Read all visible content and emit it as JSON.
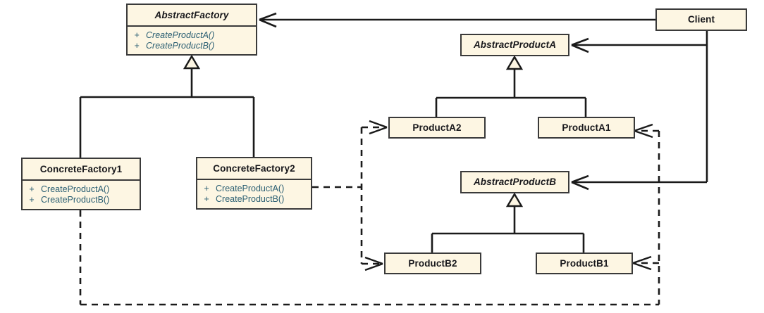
{
  "diagram": {
    "title": "Abstract Factory pattern class diagram",
    "colors": {
      "box_fill": "#fdf6e3",
      "box_border": "#3a3a3a",
      "title_text": "#18181c",
      "member_text": "#2b5f73",
      "line": "#1a1a1a",
      "background": "#ffffff"
    }
  },
  "classes": {
    "abstract_factory": {
      "name": "AbstractFactory",
      "stereotype": "abstract",
      "methods": [
        {
          "visibility": "+",
          "name": "CreateProductA()"
        },
        {
          "visibility": "+",
          "name": "CreateProductB()"
        }
      ]
    },
    "concrete_factory1": {
      "name": "ConcreteFactory1",
      "stereotype": "concrete",
      "methods": [
        {
          "visibility": "+",
          "name": "CreateProductA()"
        },
        {
          "visibility": "+",
          "name": "CreateProductB()"
        }
      ]
    },
    "concrete_factory2": {
      "name": "ConcreteFactory2",
      "stereotype": "concrete",
      "methods": [
        {
          "visibility": "+",
          "name": "CreateProductA()"
        },
        {
          "visibility": "+",
          "name": "CreateProductB()"
        }
      ]
    },
    "abstract_product_a": {
      "name": "AbstractProductA",
      "stereotype": "abstract",
      "methods": []
    },
    "abstract_product_b": {
      "name": "AbstractProductB",
      "stereotype": "abstract",
      "methods": []
    },
    "product_a1": {
      "name": "ProductA1",
      "stereotype": "concrete",
      "methods": []
    },
    "product_a2": {
      "name": "ProductA2",
      "stereotype": "concrete",
      "methods": []
    },
    "product_b1": {
      "name": "ProductB1",
      "stereotype": "concrete",
      "methods": []
    },
    "product_b2": {
      "name": "ProductB2",
      "stereotype": "concrete",
      "methods": []
    },
    "client": {
      "name": "Client",
      "stereotype": "concrete",
      "methods": []
    }
  },
  "relationships": [
    {
      "kind": "generalization",
      "from": "ConcreteFactory1",
      "to": "AbstractFactory"
    },
    {
      "kind": "generalization",
      "from": "ConcreteFactory2",
      "to": "AbstractFactory"
    },
    {
      "kind": "generalization",
      "from": "ProductA1",
      "to": "AbstractProductA"
    },
    {
      "kind": "generalization",
      "from": "ProductA2",
      "to": "AbstractProductA"
    },
    {
      "kind": "generalization",
      "from": "ProductB1",
      "to": "AbstractProductB"
    },
    {
      "kind": "generalization",
      "from": "ProductB2",
      "to": "AbstractProductB"
    },
    {
      "kind": "association",
      "from": "Client",
      "to": "AbstractFactory"
    },
    {
      "kind": "association",
      "from": "Client",
      "to": "AbstractProductA"
    },
    {
      "kind": "association",
      "from": "Client",
      "to": "AbstractProductB"
    },
    {
      "kind": "dependency",
      "from": "ConcreteFactory1",
      "to": "ProductA1"
    },
    {
      "kind": "dependency",
      "from": "ConcreteFactory1",
      "to": "ProductB1"
    },
    {
      "kind": "dependency",
      "from": "ConcreteFactory2",
      "to": "ProductA2"
    },
    {
      "kind": "dependency",
      "from": "ConcreteFactory2",
      "to": "ProductB2"
    }
  ]
}
